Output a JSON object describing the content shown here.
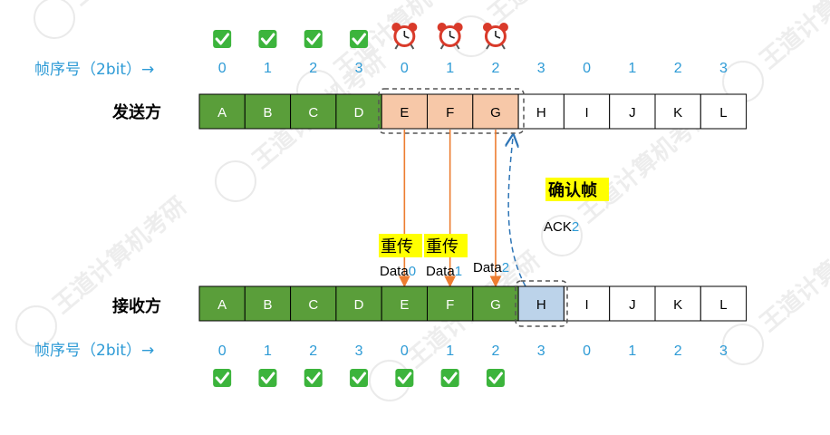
{
  "sender_label": "发送方",
  "receiver_label": "接收方",
  "seq_label_top": "帧序号（2bit）→",
  "seq_label_bottom": "帧序号（2bit）→",
  "seq_numbers": [
    "0",
    "1",
    "2",
    "3",
    "0",
    "1",
    "2",
    "3",
    "0",
    "1",
    "2",
    "3"
  ],
  "frames": [
    "A",
    "B",
    "C",
    "D",
    "E",
    "F",
    "G",
    "H",
    "I",
    "J",
    "K",
    "L"
  ],
  "sender_states": [
    "acked",
    "acked",
    "acked",
    "acked",
    "retransmit",
    "retransmit",
    "retransmit",
    "empty",
    "empty",
    "empty",
    "empty",
    "empty"
  ],
  "receiver_states": [
    "received",
    "received",
    "received",
    "received",
    "received",
    "received",
    "received",
    "expected",
    "empty",
    "empty",
    "empty",
    "empty"
  ],
  "sender_top_icons": [
    "check",
    "check",
    "check",
    "check",
    "alarm",
    "alarm",
    "alarm"
  ],
  "receiver_bottom_icons": [
    "check",
    "check",
    "check",
    "check",
    "check",
    "check",
    "check"
  ],
  "ack_title": "确认帧",
  "ack_text": "ACK",
  "ack_num": "2",
  "retransmit_labels": [
    "重传",
    "重传"
  ],
  "data_word": "Data",
  "data_nums": [
    "0",
    "1",
    "2"
  ],
  "watermark_text": "王道计算机考研",
  "colors": {
    "green": "#5a9e3a",
    "peach": "#f7c8a8",
    "blue_cell": "#bcd3ea",
    "orange_arrow": "#ed7d31",
    "blue_text": "#2e9bd6",
    "highlight": "#ffff00",
    "check_green": "#3cb43c",
    "alarm_red": "#d93a2a"
  }
}
